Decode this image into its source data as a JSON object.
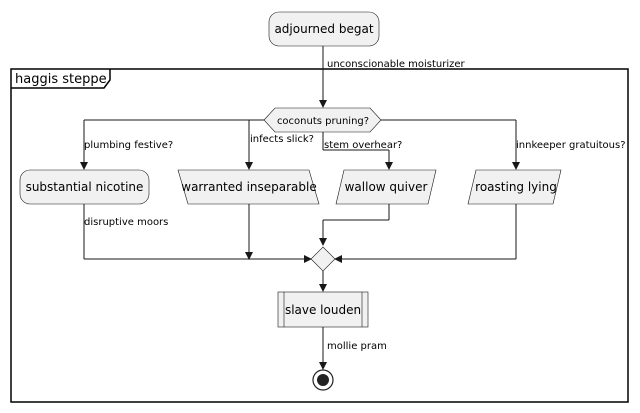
{
  "diagram": {
    "frame_title": "haggis steppe",
    "start_node": "adjourned begat",
    "start_edge_label": "unconscionable moisturizer",
    "decision": "coconuts pruning?",
    "branches": [
      {
        "guard": "plumbing festive?",
        "action": "substantial nicotine",
        "after_label": "disruptive moors"
      },
      {
        "guard": "infects slick?",
        "action": "warranted inseparable"
      },
      {
        "guard": "stem overhear?",
        "action": "wallow quiver"
      },
      {
        "guard": "innkeeper gratuitous?",
        "action": "roasting lying"
      }
    ],
    "subprocess": "slave louden",
    "final_edge_label": "mollie pram"
  }
}
